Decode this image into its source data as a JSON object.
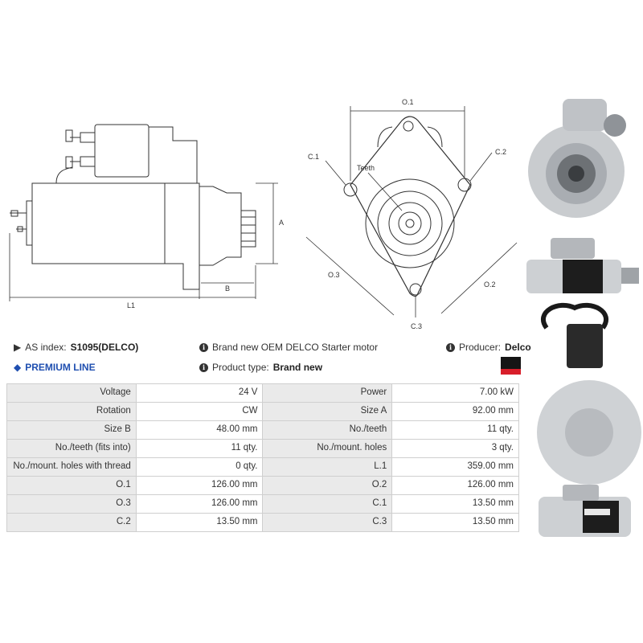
{
  "header": {
    "as_index_label": "AS index:",
    "as_index_value": "S1095(DELCO)",
    "premium_line": "PREMIUM LINE",
    "description": "Brand new OEM DELCO Starter motor",
    "product_type_label": "Product type:",
    "product_type_value": "Brand new",
    "producer_label": "Producer:",
    "producer_value": "Delco",
    "brand_colors": {
      "top": "#151515",
      "bottom": "#d81e2a"
    },
    "premium_color": "#1f4fb0"
  },
  "drawing_labels": {
    "a": "A",
    "b": "B",
    "l1": "L1",
    "o1": "O.1",
    "o2": "O.2",
    "o3": "O.3",
    "c1": "C.1",
    "c2": "C.2",
    "c3": "C.3",
    "teeth": "Teeth"
  },
  "specs": [
    [
      {
        "label": "Voltage",
        "value": "24 V"
      },
      {
        "label": "Power",
        "value": "7.00 kW"
      }
    ],
    [
      {
        "label": "Rotation",
        "value": "CW"
      },
      {
        "label": "Size A",
        "value": "92.00 mm"
      }
    ],
    [
      {
        "label": "Size B",
        "value": "48.00 mm"
      },
      {
        "label": "No./teeth",
        "value": "11 qty."
      }
    ],
    [
      {
        "label": "No./teeth (fits into)",
        "value": "11 qty."
      },
      {
        "label": "No./mount. holes",
        "value": "3 qty."
      }
    ],
    [
      {
        "label": "No./mount. holes with thread",
        "value": "0 qty."
      },
      {
        "label": "L.1",
        "value": "359.00 mm"
      }
    ],
    [
      {
        "label": "O.1",
        "value": "126.00 mm"
      },
      {
        "label": "O.2",
        "value": "126.00 mm"
      }
    ],
    [
      {
        "label": "O.3",
        "value": "126.00 mm"
      },
      {
        "label": "C.1",
        "value": "13.50 mm"
      }
    ],
    [
      {
        "label": "C.2",
        "value": "13.50 mm"
      },
      {
        "label": "C.3",
        "value": "13.50 mm"
      }
    ]
  ]
}
